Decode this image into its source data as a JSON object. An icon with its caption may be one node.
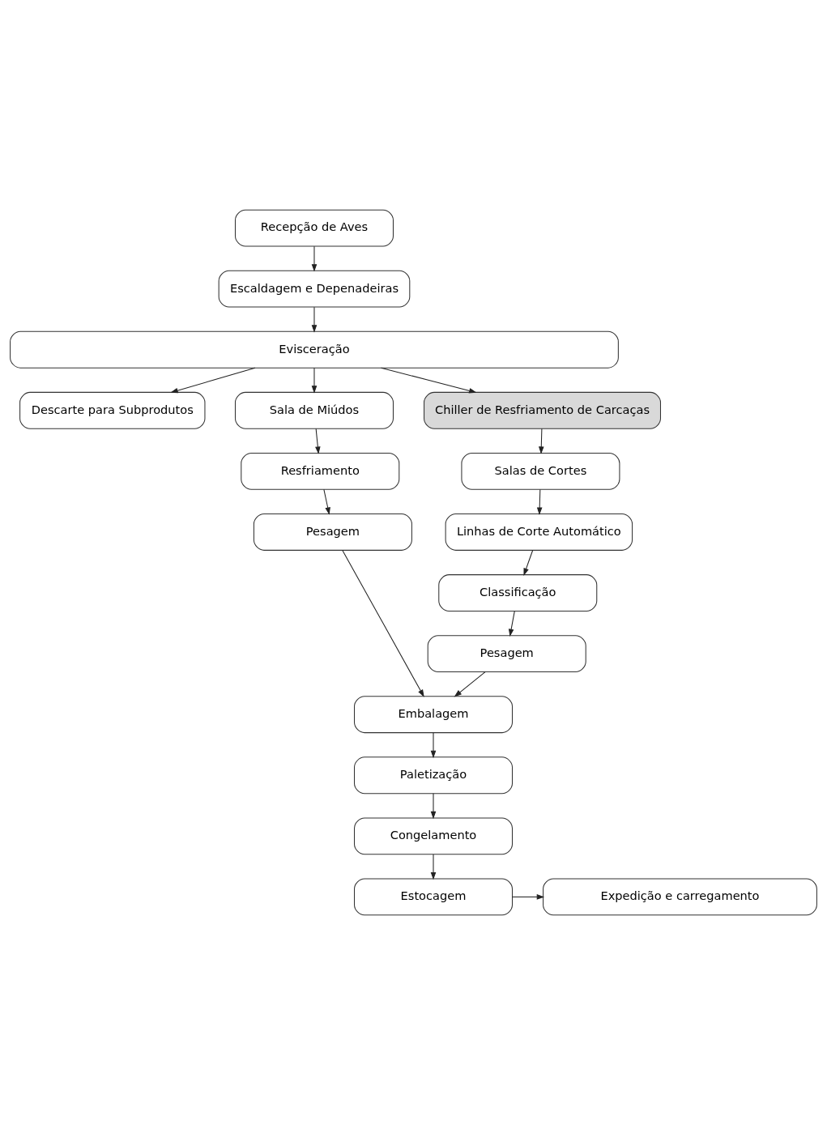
{
  "diagram": {
    "nodes": [
      {
        "text": [
          "Recepção de Aves"
        ]
      },
      {
        "text": [
          "Escaldagem e Depenadeiras"
        ]
      },
      {
        "text": [
          "Evisceração"
        ]
      },
      {
        "text": [
          "Descarte para Subprodutos"
        ]
      },
      {
        "text": [
          "Sala de Miúdos"
        ]
      },
      {
        "text": [
          "Chiller de Resfriamento de Carcaças"
        ]
      },
      {
        "text": [
          "Resfriamento"
        ]
      },
      {
        "text": [
          "Pesagem"
        ]
      },
      {
        "text": [
          "Salas de Cortes"
        ]
      },
      {
        "text": [
          "Linhas de Corte Automático"
        ]
      },
      {
        "text": [
          "Classificação"
        ]
      },
      {
        "text": [
          "Pesagem"
        ]
      },
      {
        "text": [
          "Embalagem"
        ]
      },
      {
        "text": [
          "Paletização"
        ]
      },
      {
        "text": [
          "Congelamento"
        ]
      },
      {
        "text": [
          "Estocagem"
        ]
      },
      {
        "text": [
          "Expedição e carregamento"
        ]
      }
    ],
    "edges": [
      {
        "from": 0,
        "to": 1,
        "arrow": "to"
      },
      {
        "from": 1,
        "to": 2,
        "arrow": "to"
      },
      {
        "from": 2,
        "to": 3,
        "arrow": "to"
      },
      {
        "from": 2,
        "to": 4,
        "arrow": "to"
      },
      {
        "from": 2,
        "to": 5,
        "arrow": "to"
      },
      {
        "from": 4,
        "to": 6,
        "arrow": "to"
      },
      {
        "from": 6,
        "to": 7,
        "arrow": "to"
      },
      {
        "from": 5,
        "to": 8,
        "arrow": "to"
      },
      {
        "from": 8,
        "to": 9,
        "arrow": "to"
      },
      {
        "from": 9,
        "to": 10,
        "arrow": "to"
      },
      {
        "from": 10,
        "to": 11,
        "arrow": "to"
      },
      {
        "from": 7,
        "to": 12,
        "arrow": "to"
      },
      {
        "from": 11,
        "to": 12,
        "arrow": "to"
      },
      {
        "from": 12,
        "to": 13,
        "arrow": "to"
      },
      {
        "from": 13,
        "to": 14,
        "arrow": "to"
      },
      {
        "from": 14,
        "to": 15,
        "arrow": "to"
      },
      {
        "from": 15,
        "to": 16,
        "arrow": "to"
      }
    ]
  }
}
